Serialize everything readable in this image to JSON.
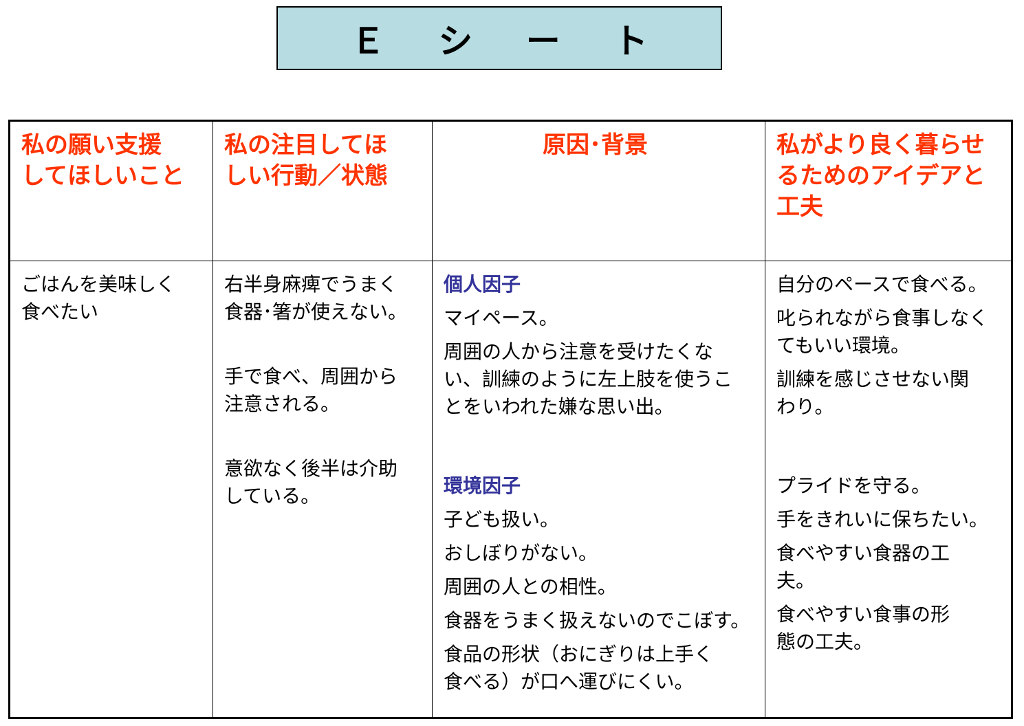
{
  "title": "Ｅ シ ー ト",
  "headers": {
    "col1": "私の願い支援\nしてほしいこと",
    "col2": "私の注目してほ\nしい行動／状態",
    "col3": "原因･背景",
    "col4": "私がより良く暮らせ\nるためのアイデアと\n工夫"
  },
  "col1": {
    "wish": "ごはんを美味しく\n食べたい"
  },
  "col2": {
    "items": [
      "右半身麻痺でうまく\n食器･箸が使えない。",
      "手で食べ、周囲から\n注意される。",
      "意欲なく後半は介助\nしている。"
    ]
  },
  "col3": {
    "personal_label": "個人因子",
    "personal": [
      "マイペース。",
      "周囲の人から注意を受けたくな\nい、訓練のように左上肢を使うこ\nとをいわれた嫌な思い出。"
    ],
    "env_label": "環境因子",
    "env": [
      "子ども扱い。",
      "おしぼりがない。",
      "周囲の人との相性。",
      "食器をうまく扱えないのでこぼす。",
      "食品の形状（おにぎりは上手く\n食べる）が口へ運びにくい。"
    ]
  },
  "col4": {
    "group1": [
      "自分のペースで食べる。",
      "叱られながら食事しなく\nてもいい環境。",
      "訓練を感じさせない関\nわり。"
    ],
    "group2": [
      "プライドを守る。",
      "手をきれいに保ちたい。",
      "食べやすい食器の工\n夫。",
      "食べやすい食事の形\n態の工夫。"
    ]
  }
}
